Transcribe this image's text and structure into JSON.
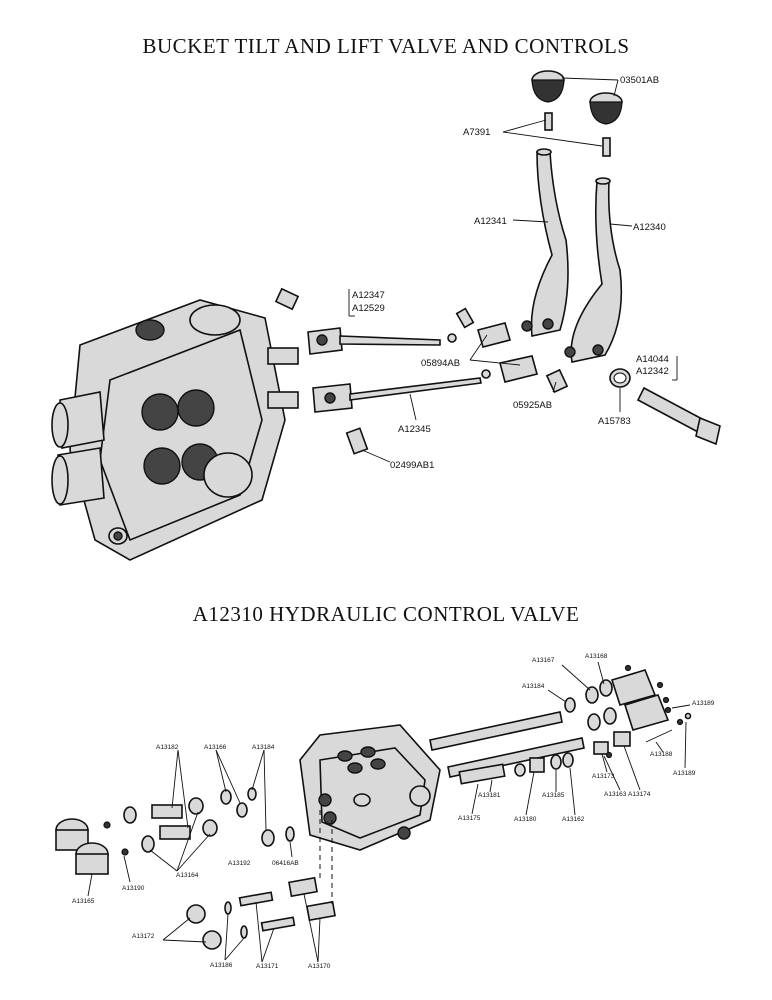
{
  "titles": {
    "top": "BUCKET TILT AND LIFT VALVE AND CONTROLS",
    "bottom": "A12310 HYDRAULIC CONTROL VALVE"
  },
  "labels_top": {
    "knob": "03501AB",
    "pin": "A7391",
    "lever_left": "A12341",
    "lever_right": "A12340",
    "rod_upper_a": "A12347",
    "rod_upper_b": "A12529",
    "clevis": "05894AB",
    "pin_small": "05925AB",
    "washer": "A15783",
    "bolt_a": "A14044",
    "bolt_b": "A12342",
    "rod_lower": "A12345",
    "pin_lower": "02499AB1"
  },
  "labels_bottom": {
    "a13167": "A13167",
    "a13168_top": "A13168",
    "a13184_right": "A13184",
    "a13189_top": "A13189",
    "a13182": "A13182",
    "a13166": "A13166",
    "a13184_left": "A13184",
    "a13173": "A13173",
    "a13188": "A13188",
    "a13189_bot": "A13189",
    "a13181": "A13181",
    "a13185": "A13185",
    "a13163": "A13163",
    "a13174": "A13174",
    "a13175": "A13175",
    "a13180": "A13180",
    "a13162": "A13162",
    "a13192": "A13192",
    "o6416ab": "06416AB",
    "a13164": "A13164",
    "a13190": "A13190",
    "a13165": "A13165",
    "a13172": "A13172",
    "a13186": "A13186",
    "a13171": "A13171",
    "a13170": "A13170"
  }
}
